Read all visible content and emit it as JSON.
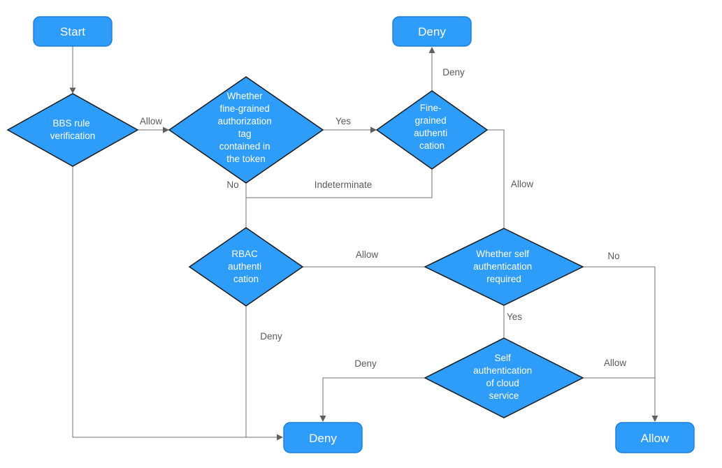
{
  "colors": {
    "canvas_bg": "#ffffff",
    "shape_fill": "#2e9cf9",
    "box_stroke": "#1d7ed8",
    "diamond_stroke": "#1a1a1a",
    "edge_line": "#707070",
    "arrowhead": "#5f5f5f",
    "edge_label": "#5b5b5b",
    "shape_text": "#ffffff"
  },
  "flowchart": {
    "terminals": {
      "start": "Start",
      "deny_top": "Deny",
      "deny_bottom": "Deny",
      "allow_bottom": "Allow"
    },
    "decisions": {
      "bbs": {
        "lines": [
          "BBS rule",
          "verification"
        ]
      },
      "fine_tag": {
        "lines": [
          "Whether",
          "fine-grained",
          "authorization",
          "tag",
          "contained in",
          "the token"
        ]
      },
      "fine_auth": {
        "lines": [
          "Fine-",
          "grained",
          "authenti",
          "cation"
        ]
      },
      "rbac": {
        "lines": [
          "RBAC",
          "authenti",
          "cation"
        ]
      },
      "self_required": {
        "lines": [
          "Whether self",
          "authentication",
          "required"
        ]
      },
      "self_auth": {
        "lines": [
          "Self",
          "authentication",
          "of cloud",
          "service"
        ]
      }
    },
    "edge_labels": {
      "bbs_allow": "Allow",
      "tag_yes": "Yes",
      "fine_deny": "Deny",
      "tag_no": "No",
      "fine_indeterminate": "Indeterminate",
      "fine_allow": "Allow",
      "rbac_allow": "Allow",
      "self_required_no": "No",
      "rbac_deny": "Deny",
      "self_required_yes": "Yes",
      "self_auth_deny": "Deny",
      "self_auth_allow": "Allow"
    }
  }
}
